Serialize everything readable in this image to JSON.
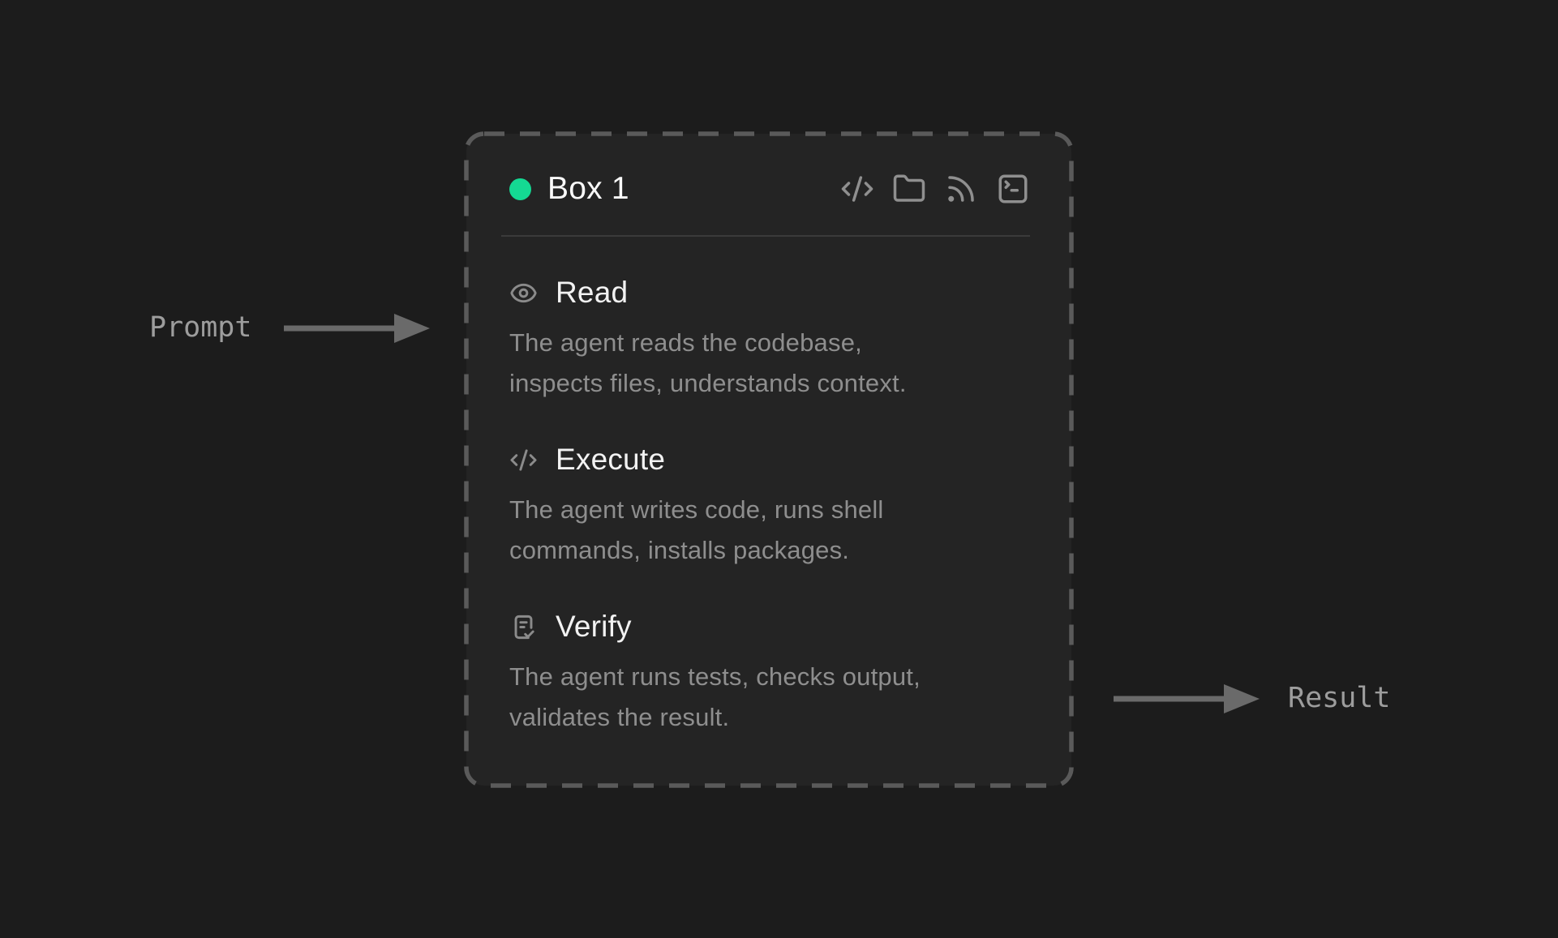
{
  "colors": {
    "page_bg": "#1c1c1c",
    "card_bg": "#242424",
    "dashed_border": "#5a5a5a",
    "accent_green": "#14d993",
    "title_text": "#fafafa",
    "heading_text": "#f2f2f2",
    "body_text": "#8e8e8e",
    "icon_gray": "#8f8f8f",
    "arrow_gray": "#6a6a6a",
    "annotation_text": "#9d9d9d",
    "divider": "#3a3a3a"
  },
  "annotations": {
    "prompt": {
      "label": "Prompt",
      "arrow_direction": "right-into-box"
    },
    "result": {
      "label": "Result",
      "arrow_direction": "right-out-of-box"
    }
  },
  "box": {
    "title": "Box 1",
    "status": "active",
    "header_icons": [
      "code-icon",
      "folder-icon",
      "rss-icon",
      "terminal-icon"
    ],
    "sections": [
      {
        "icon": "eye-icon",
        "title": "Read",
        "description": "The agent reads the codebase,\ninspects files, understands context."
      },
      {
        "icon": "code-icon",
        "title": "Execute",
        "description": "The agent writes code, runs shell\ncommands, installs packages."
      },
      {
        "icon": "clipboard-check-icon",
        "title": "Verify",
        "description": "The agent runs tests, checks output,\nvalidates the result."
      }
    ]
  }
}
